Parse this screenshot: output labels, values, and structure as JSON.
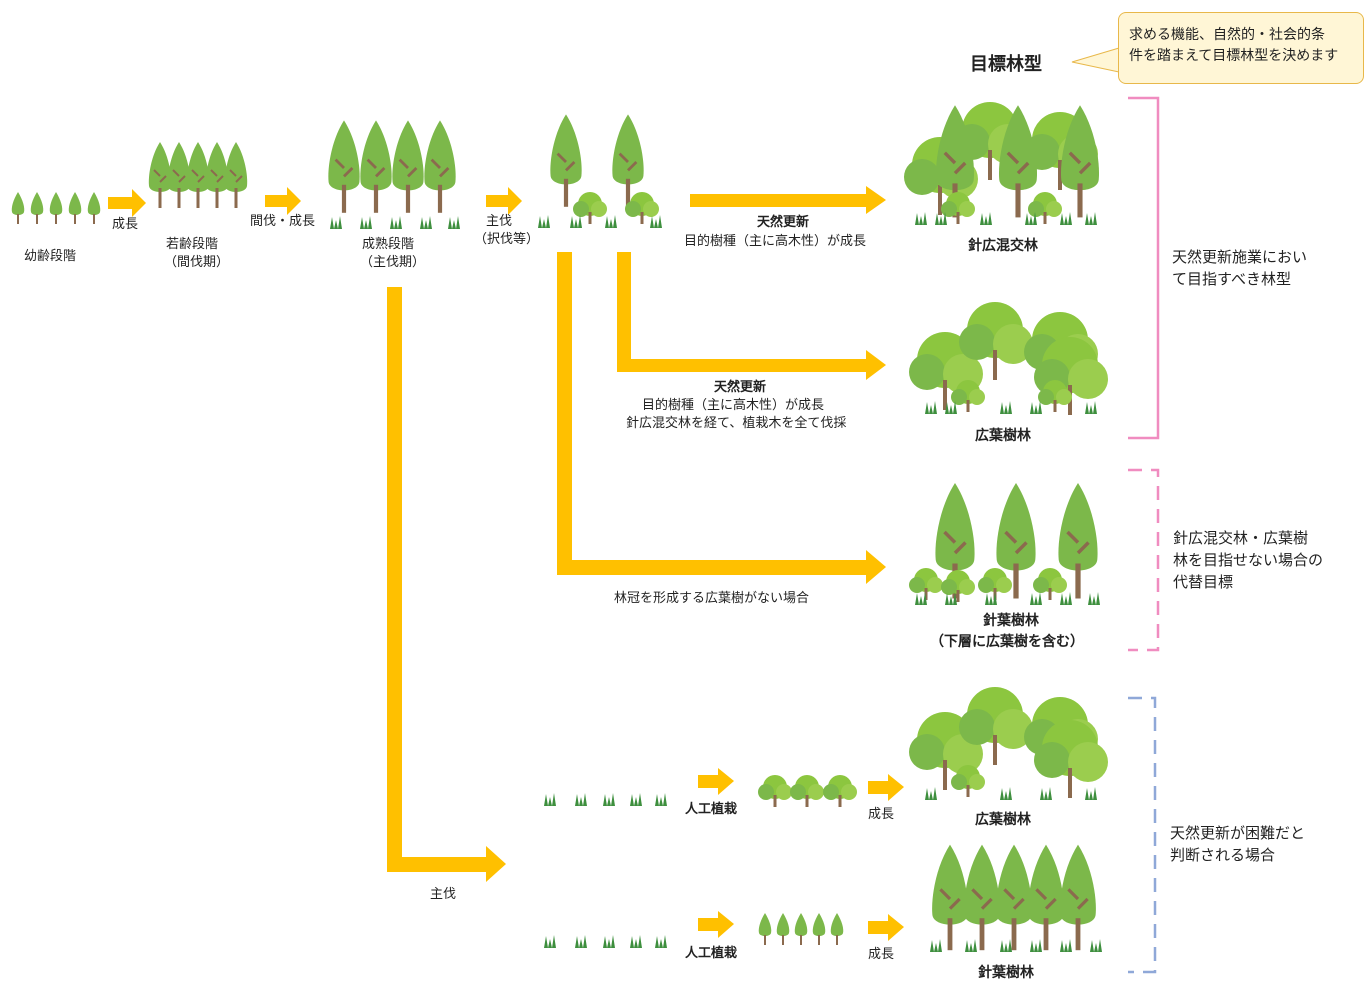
{
  "stages": {
    "young": "幼齢段階",
    "immature_1": "若齢段階",
    "immature_2": "（間伐期）",
    "mature_1": "成熟段階",
    "mature_2": "（主伐期）"
  },
  "arrows": {
    "growth": "成長",
    "thin_growth": "間伐・成長",
    "harvest_1": "主伐",
    "harvest_2": "（択伐等）",
    "final_harvest": "主伐"
  },
  "paths": {
    "p1_title": "天然更新",
    "p1_desc": "目的樹種（主に高木性）が成長",
    "p2_title": "天然更新",
    "p2_desc1": "目的樹種（主に高木性）が成長",
    "p2_desc2": "針広混交林を経て、植栽木を全て伐採",
    "p3_desc": "林冠を形成する広葉樹がない場合",
    "plant1": "人工植栽",
    "plant2": "人工植栽",
    "grow1": "成長",
    "grow2": "成長"
  },
  "targets": {
    "heading": "目標林型",
    "mixed": "針広混交林",
    "broadleaf": "広葉樹林",
    "conifer_1": "針葉樹林",
    "conifer_2": "（下層に広葉樹を含む）",
    "broadleaf_planted": "広葉樹林",
    "conifer_planted": "針葉樹林"
  },
  "callout": {
    "line1": "求める機能、自然的・社会的条",
    "line2": "件を踏まえて目標林型を決めます"
  },
  "notes": {
    "pink_1": "天然更新施業におい",
    "pink_2": "て目指すべき林型",
    "pink_dash_1": "針広混交林・広葉樹",
    "pink_dash_2": "林を目指せない場合の",
    "pink_dash_3": "代替目標",
    "blue_1": "天然更新が困難だと",
    "blue_2": "判断される場合"
  },
  "colors": {
    "arrow": "#ffc000",
    "conifer": "#7cb84a",
    "broadleaf": "#8cc63f",
    "trunk": "#8b6a4e",
    "grass": "#3e8f3e",
    "pink": "#f08cc0",
    "blue": "#8fa8d8"
  }
}
